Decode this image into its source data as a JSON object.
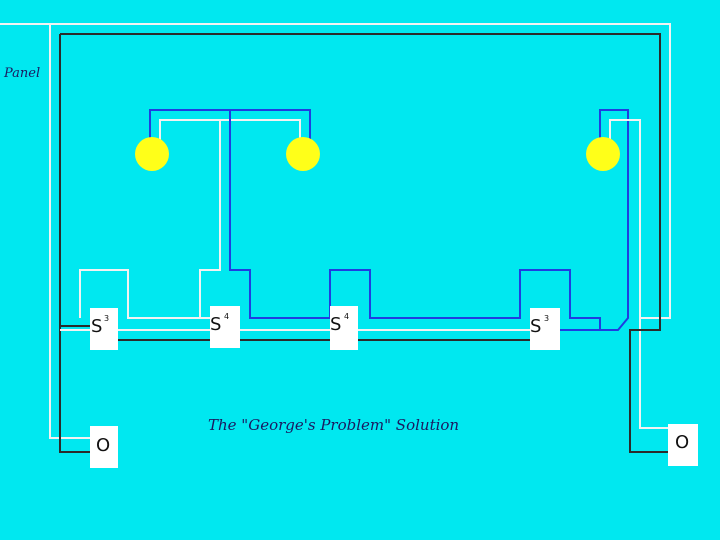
{
  "labels": {
    "panel": "Panel",
    "caption": "The \"George's Problem\" Solution"
  },
  "switches": [
    {
      "letter": "S",
      "sup": "3"
    },
    {
      "letter": "S",
      "sup": "4"
    },
    {
      "letter": "S",
      "sup": "4"
    },
    {
      "letter": "S",
      "sup": "3"
    }
  ],
  "outlets": [
    {
      "label": "O"
    },
    {
      "label": "O"
    }
  ],
  "colors": {
    "background": "#00e8f0",
    "white_wire": "#f2f2f2",
    "black_wire": "#2b2b2b",
    "blue_wire": "#1f3de0",
    "bulb": "#ffff19"
  }
}
